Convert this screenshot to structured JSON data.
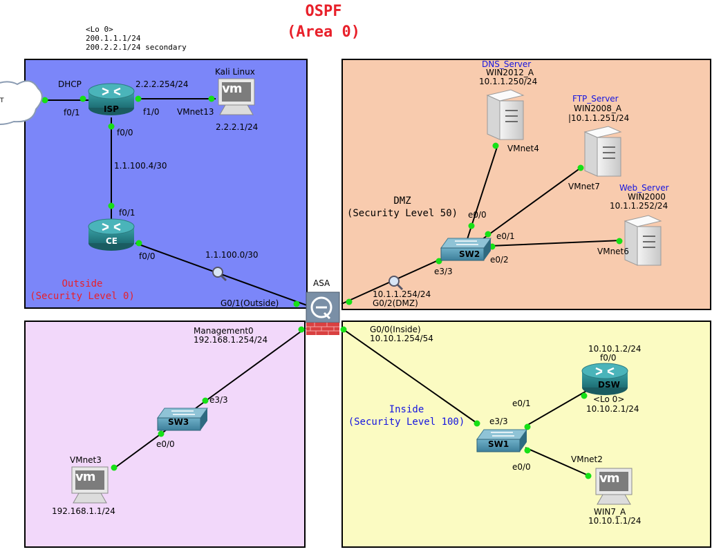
{
  "title": {
    "line1": "OSPF",
    "line2": "(Area 0)"
  },
  "zones": {
    "outside": {
      "name": "Outside",
      "level": "(Security Level 0)",
      "color": "#7b86f9"
    },
    "dmz": {
      "name": "DMZ",
      "level": "(Security Level 50)",
      "color": "#f8cbae"
    },
    "inside": {
      "name": "Inside",
      "level": "(Security Level 100)",
      "color": "#fbfbc2"
    },
    "management": {
      "color": "#f2d8fa"
    }
  },
  "devices": {
    "isp": {
      "name": "ISP",
      "loopback": "<Lo 0>",
      "ip1": "200.1.1.1/24",
      "ip2": "200.2.2.1/24 secondary",
      "dhcp": "DHCP",
      "f0_1": "f0/1",
      "f1_0": "f1/0",
      "f0_0": "f0/0",
      "f1_0_ip": "2.2.2.254/24"
    },
    "cloud": {
      "label": "T"
    },
    "kali": {
      "name": "Kali Linux",
      "vmnet": "VMnet13",
      "ip": "2.2.2.1/24",
      "icon_text": "vm"
    },
    "ce": {
      "name": "CE",
      "f0_1": "f0/1",
      "f0_0": "f0/0",
      "link_ip": "1.1.100.4/30",
      "net": "1.1.100.0/30"
    },
    "asa": {
      "name": "ASA",
      "g0_1": "G0/1(Outside)",
      "g0_2_ip": "10.1.1.254/24",
      "g0_2": "G0/2(DMZ)",
      "g0_0": "G0/0(Inside)",
      "g0_0_ip": "10.10.1.254/54",
      "mgmt": "Management0",
      "mgmt_ip": "192.168.1.254/24"
    },
    "sw2": {
      "name": "SW2",
      "e0_0": "e0/0",
      "e0_1": "e0/1",
      "e0_2": "e0/2",
      "e3_3": "e3/3"
    },
    "dns": {
      "title": "DNS_Server",
      "os": "WIN2012_A",
      "ip": "10.1.1.250/24",
      "vmnet": "VMnet4"
    },
    "ftp": {
      "title": "FTP_Server",
      "os": "WIN2008_A",
      "ip": "|10.1.1.251/24",
      "vmnet": "VMnet7"
    },
    "web": {
      "title": "Web_Server",
      "os": "WIN2000",
      "ip": "10.1.1.252/24",
      "vmnet": "VMnet6"
    },
    "sw3": {
      "name": "SW3",
      "e3_3": "e3/3",
      "e0_0": "e0/0"
    },
    "vm3": {
      "vmnet": "VMnet3",
      "ip": "192.168.1.1/24",
      "icon_text": "vm"
    },
    "sw1": {
      "name": "SW1",
      "e3_3": "e3/3",
      "e0_1": "e0/1",
      "e0_0": "e0/0"
    },
    "dsw": {
      "name": "DSW",
      "ip": "10.10.1.2/24",
      "f0_0": "f0/0",
      "loopback": "<Lo 0>",
      "lo_ip": "10.10.2.1/24"
    },
    "win7": {
      "vmnet": "VMnet2",
      "name": "WIN7_A",
      "ip": "10.10.1.1/24",
      "icon_text": "vm"
    }
  }
}
